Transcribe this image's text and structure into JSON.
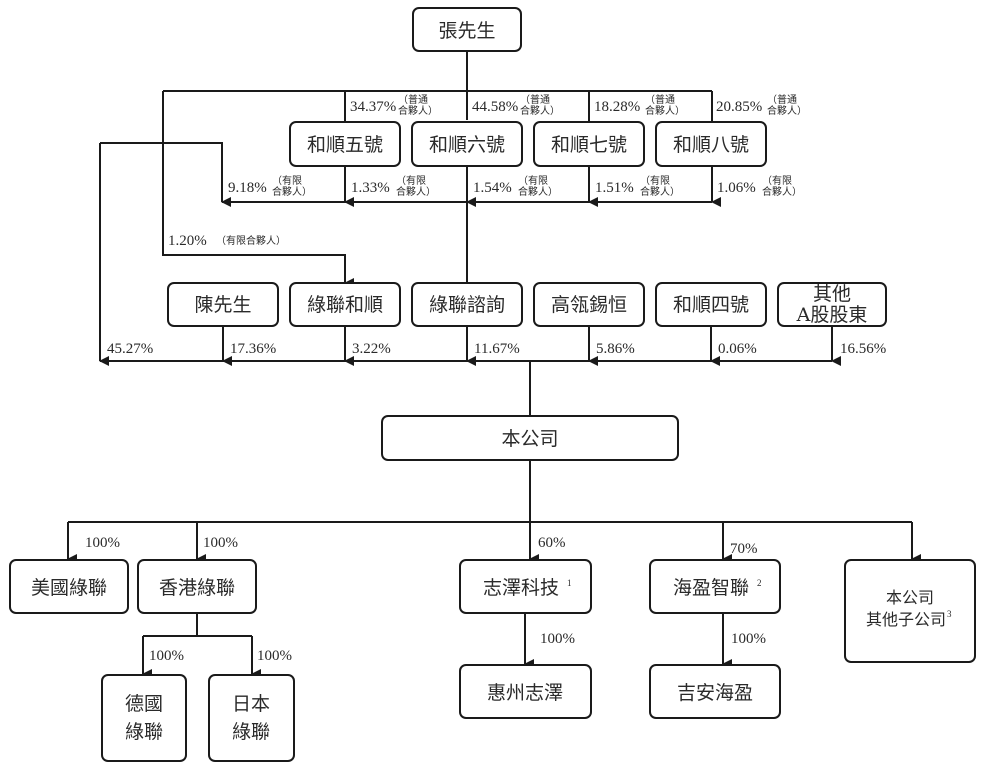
{
  "top": {
    "label": "張先生"
  },
  "partnerships": [
    {
      "label": "和順五號",
      "gp_pct": "34.37%",
      "lp_pct": "1.33%"
    },
    {
      "label": "和順六號",
      "gp_pct": "44.58%",
      "lp_pct": "1.54%"
    },
    {
      "label": "和順七號",
      "gp_pct": "18.28%",
      "lp_pct": "1.51%"
    },
    {
      "label": "和順八號",
      "gp_pct": "20.85%",
      "lp_pct": "1.06%"
    }
  ],
  "notes": {
    "gp_line1": "（普通",
    "gp_line2": "合夥人）",
    "lp_line1": "（有限",
    "lp_line2": "合夥人）",
    "lp_inline": "（有限合夥人）"
  },
  "direct_lp_pct": "9.18%",
  "lianhe_lp_pct": "1.20%",
  "shareholders": [
    {
      "label": "陳先生",
      "pct": "17.36%"
    },
    {
      "label": "綠聯和順",
      "pct": "3.22%"
    },
    {
      "label": "綠聯諮詢",
      "pct": "11.67%"
    },
    {
      "label": "高瓴錫恒",
      "pct": "5.86%"
    },
    {
      "label": "和順四號",
      "pct": "0.06%"
    },
    {
      "label_line1": "其他",
      "label_line2": "A股股東",
      "pct": "16.56%"
    }
  ],
  "zhang_direct_pct": "45.27%",
  "company": {
    "label": "本公司"
  },
  "subsidiaries": [
    {
      "label": "美國綠聯",
      "pct": "100%"
    },
    {
      "label": "香港綠聯",
      "pct": "100%"
    },
    {
      "label": "志澤科技",
      "sup": "1",
      "pct": "60%"
    },
    {
      "label": "海盈智聯",
      "sup": "2",
      "pct": "70%"
    },
    {
      "label_line1": "本公司",
      "label_line2": "其他子公司",
      "sup": "3"
    }
  ],
  "second_level": [
    {
      "label_line1": "德國",
      "label_line2": "綠聯",
      "pct": "100%"
    },
    {
      "label_line1": "日本",
      "label_line2": "綠聯",
      "pct": "100%"
    },
    {
      "label": "惠州志澤",
      "pct": "100%"
    },
    {
      "label": "吉安海盈",
      "pct": "100%"
    }
  ]
}
